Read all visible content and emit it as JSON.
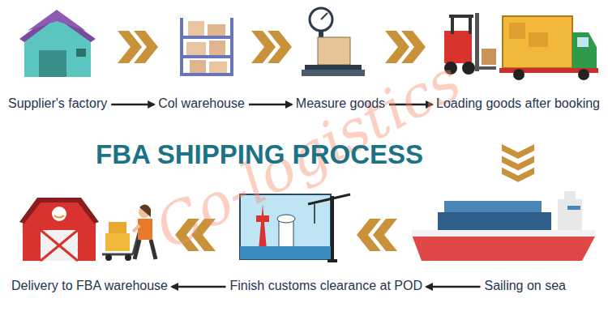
{
  "diagram": {
    "title": "FBA SHIPPING PROCESS",
    "nodes": [
      {
        "text": [
          "Supplier's factory"
        ]
      },
      {
        "text": [
          "Col warehouse"
        ]
      },
      {
        "text": [
          "Measure goods"
        ]
      },
      {
        "text": [
          "Loading goods after booking"
        ]
      },
      {
        "text": [
          "Sailing on sea"
        ]
      },
      {
        "text": [
          "Finish customs clearance at POD"
        ]
      },
      {
        "text": [
          "Delivery to FBA warehouse"
        ]
      }
    ],
    "edges": [
      {
        "from": 0,
        "to": 1,
        "arrow": "to"
      },
      {
        "from": 1,
        "to": 2,
        "arrow": "to"
      },
      {
        "from": 2,
        "to": 3,
        "arrow": "to"
      },
      {
        "from": 3,
        "to": 4,
        "arrow": "to"
      },
      {
        "from": 4,
        "to": 5,
        "arrow": "to"
      },
      {
        "from": 5,
        "to": 6,
        "arrow": "to"
      }
    ],
    "labels": [
      "Co-logistics"
    ]
  }
}
